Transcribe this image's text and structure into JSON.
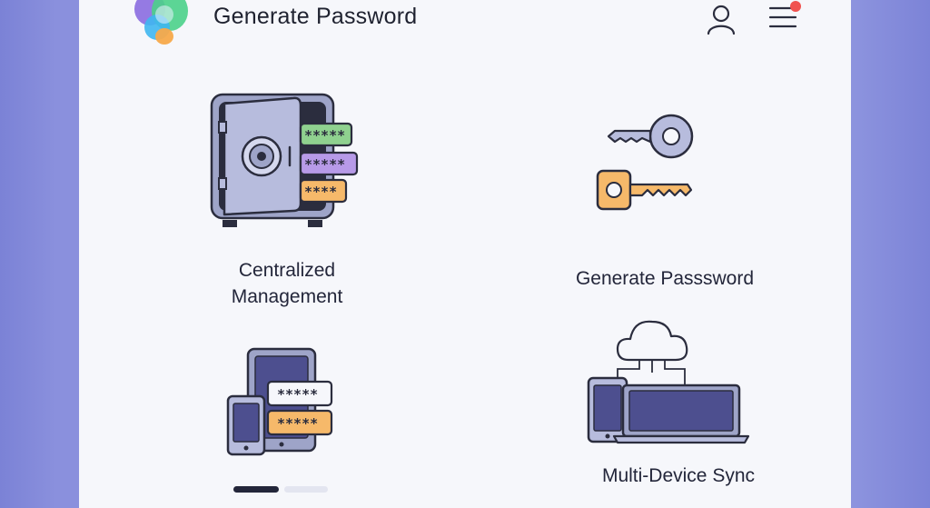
{
  "header": {
    "title": "Generate Password",
    "logo_icon": "colorful-blob-logo",
    "user_icon": "user-icon",
    "menu_icon": "hamburger-menu-icon",
    "notification_color": "#f0524f"
  },
  "features": [
    {
      "id": "centralized",
      "icon": "safe-vault-icon",
      "label_line1": "Centralized",
      "label_line2": "Management",
      "masks": [
        "*****",
        "*****",
        "****"
      ]
    },
    {
      "id": "generate",
      "icon": "keys-icon",
      "label": "Generate Passsword"
    },
    {
      "id": "devices",
      "icon": "devices-password-icon",
      "masks": [
        "*****",
        "*****"
      ]
    },
    {
      "id": "sync",
      "icon": "cloud-sync-devices-icon",
      "label": "Multi-Device Sync"
    }
  ],
  "pagination": {
    "count": 2,
    "active": 0
  },
  "colors": {
    "green": "#8fd18f",
    "purple": "#b79ae8",
    "orange": "#f6b96a",
    "slate": "#9ea4c8",
    "dark": "#2b2d3e",
    "screen": "#4d4f8f"
  }
}
